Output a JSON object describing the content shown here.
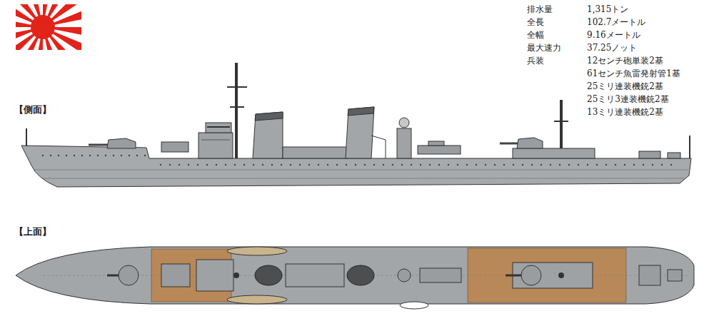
{
  "diagram": {
    "labels": [
      "排水量",
      "1,315トン",
      "全長",
      "102.7メートル",
      "全幅",
      "9.16メートル",
      "最大速力",
      "37.25ノット",
      "兵装",
      "12センチ砲単装2基",
      "61センチ魚雷発射管1基",
      "25ミリ連装機銃2基",
      "25ミリ3連装機銃2基",
      "13ミリ連装機銃2基",
      "【側面】",
      "【上面】"
    ]
  }
}
